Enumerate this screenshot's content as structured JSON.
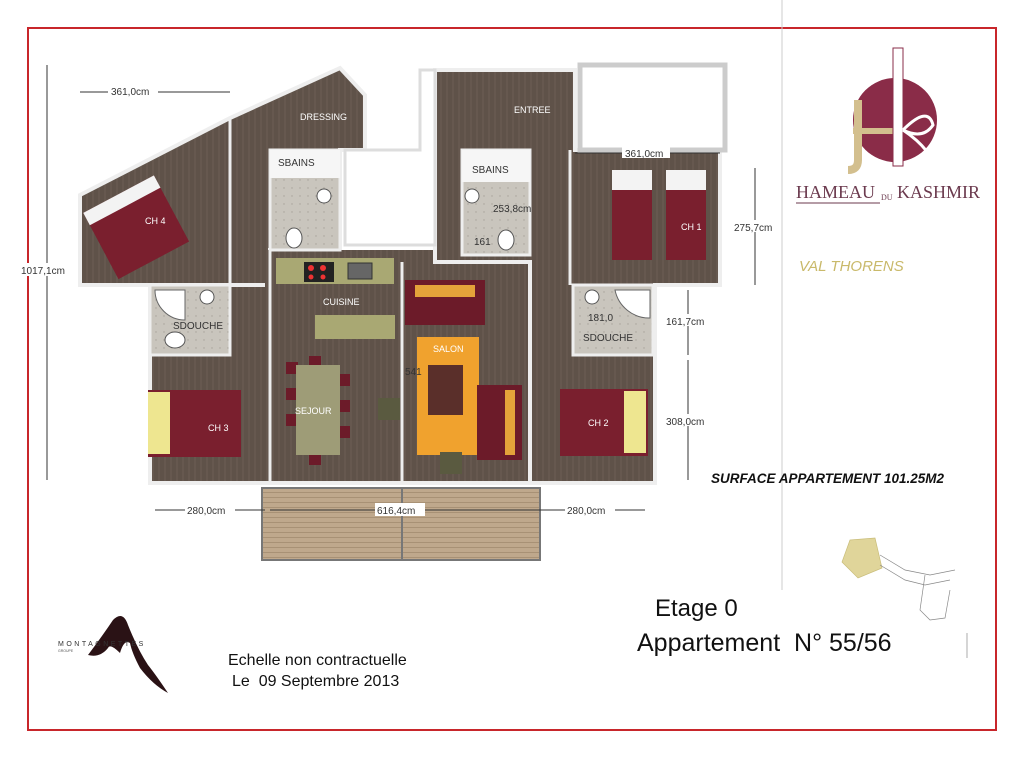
{
  "branding": {
    "logo_monogram": "HK",
    "logo_name_left": "HAMEAU",
    "logo_name_mid": "DU",
    "logo_name_right": "KASHMIR",
    "location": "VAL THORENS",
    "developer_logo": "MONTAGNETTES",
    "developer_logo_sub": "GROUPE"
  },
  "plan": {
    "rooms": {
      "dressing": "DRESSING",
      "sbains_1": "SBAINS",
      "sbains_2": "SBAINS",
      "entree": "ENTREE",
      "ch4": "CH 4",
      "ch1": "CH 1",
      "cuisine": "CUISINE",
      "sdouche_1": "SDOUCHE",
      "sdouche_2": "SDOUCHE",
      "salon": "SALON",
      "sejour": "SEJOUR",
      "ch3": "CH 3",
      "ch2": "CH 2"
    },
    "dimensions": {
      "ch4_width": "361,0cm",
      "ch1_width": "361,0cm",
      "total_height": "1017,1cm",
      "sbains_depth": "253,8cm",
      "sbains_width": "161",
      "ch1_depth": "275,7cm",
      "sdouche_width": "181,0",
      "sdouche_depth": "161,7cm",
      "salon_label": "541",
      "ch2_depth": "308,0cm",
      "ch3_width": "280,0cm",
      "living_width": "616,4cm",
      "ch2_width": "280,0cm"
    }
  },
  "info": {
    "surface": "SURFACE APPARTEMENT 101.25M2",
    "floor": "Etage 0",
    "apartment": "Appartement  N° 55/56",
    "disclaimer": "Echelle non contractuelle",
    "date": "Le  09 Septembre 2013"
  },
  "colors": {
    "frame": "#c8262b",
    "floor": "#5f5249",
    "bed": "#7a1f2e",
    "salon_rug": "#f0a22e",
    "logo_gold": "#d3bf8e",
    "logo_maroon": "#8a2c48",
    "location": "#c9b96a"
  }
}
